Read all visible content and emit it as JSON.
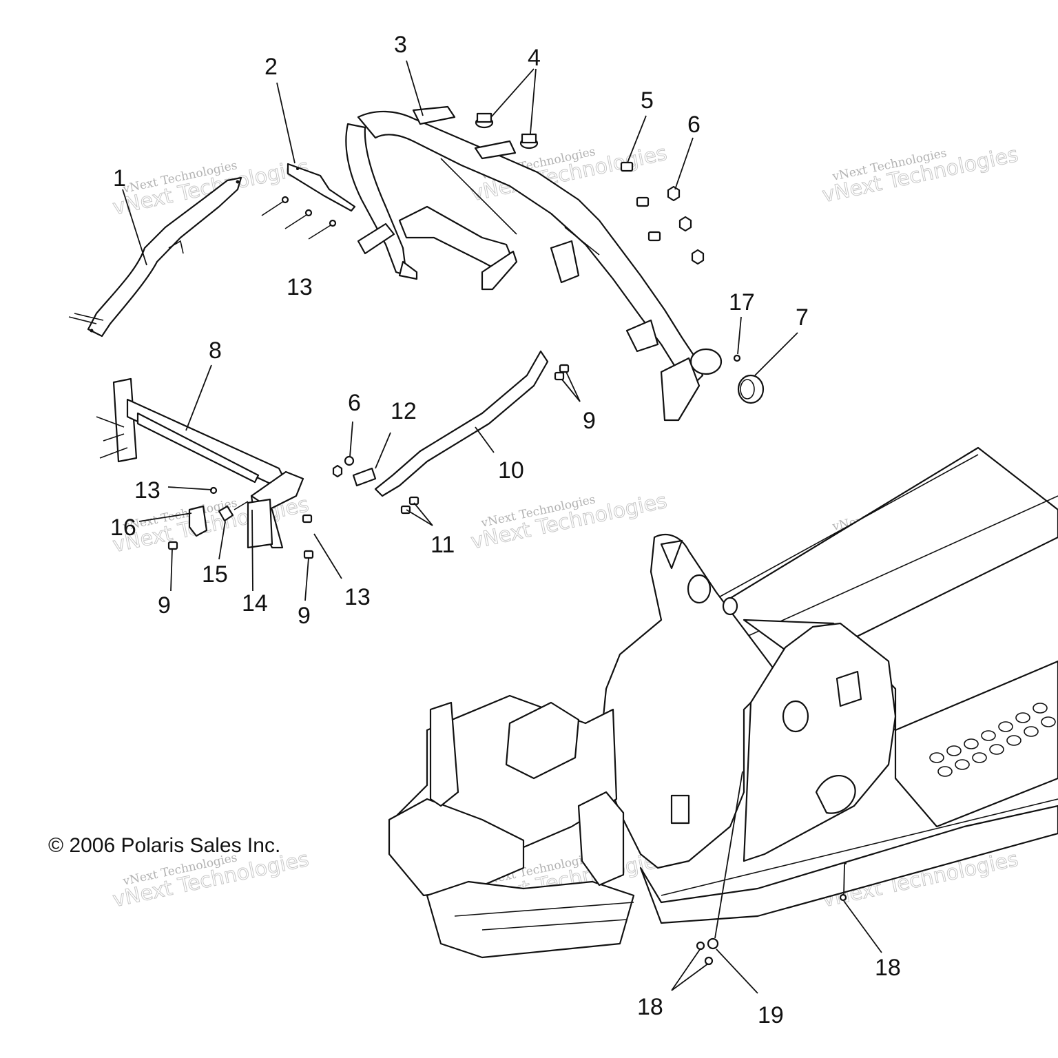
{
  "copyright": "© 2006 Polaris Sales Inc.",
  "watermark": {
    "line1": "vNext Technologies",
    "line2": "vNext Technologies"
  },
  "callouts": {
    "c1": "1",
    "c2": "2",
    "c3": "3",
    "c4": "4",
    "c5": "5",
    "c6a": "6",
    "c7": "7",
    "c8": "8",
    "c9a": "9",
    "c10": "10",
    "c6b": "6",
    "c12": "12",
    "c13a": "13",
    "c17": "17",
    "c11": "11",
    "c13b": "13",
    "c16": "16",
    "c15": "15",
    "c9b": "9",
    "c14": "14",
    "c9c": "9",
    "c13c": "13",
    "c18a": "18",
    "c18b": "18",
    "c19": "19"
  }
}
